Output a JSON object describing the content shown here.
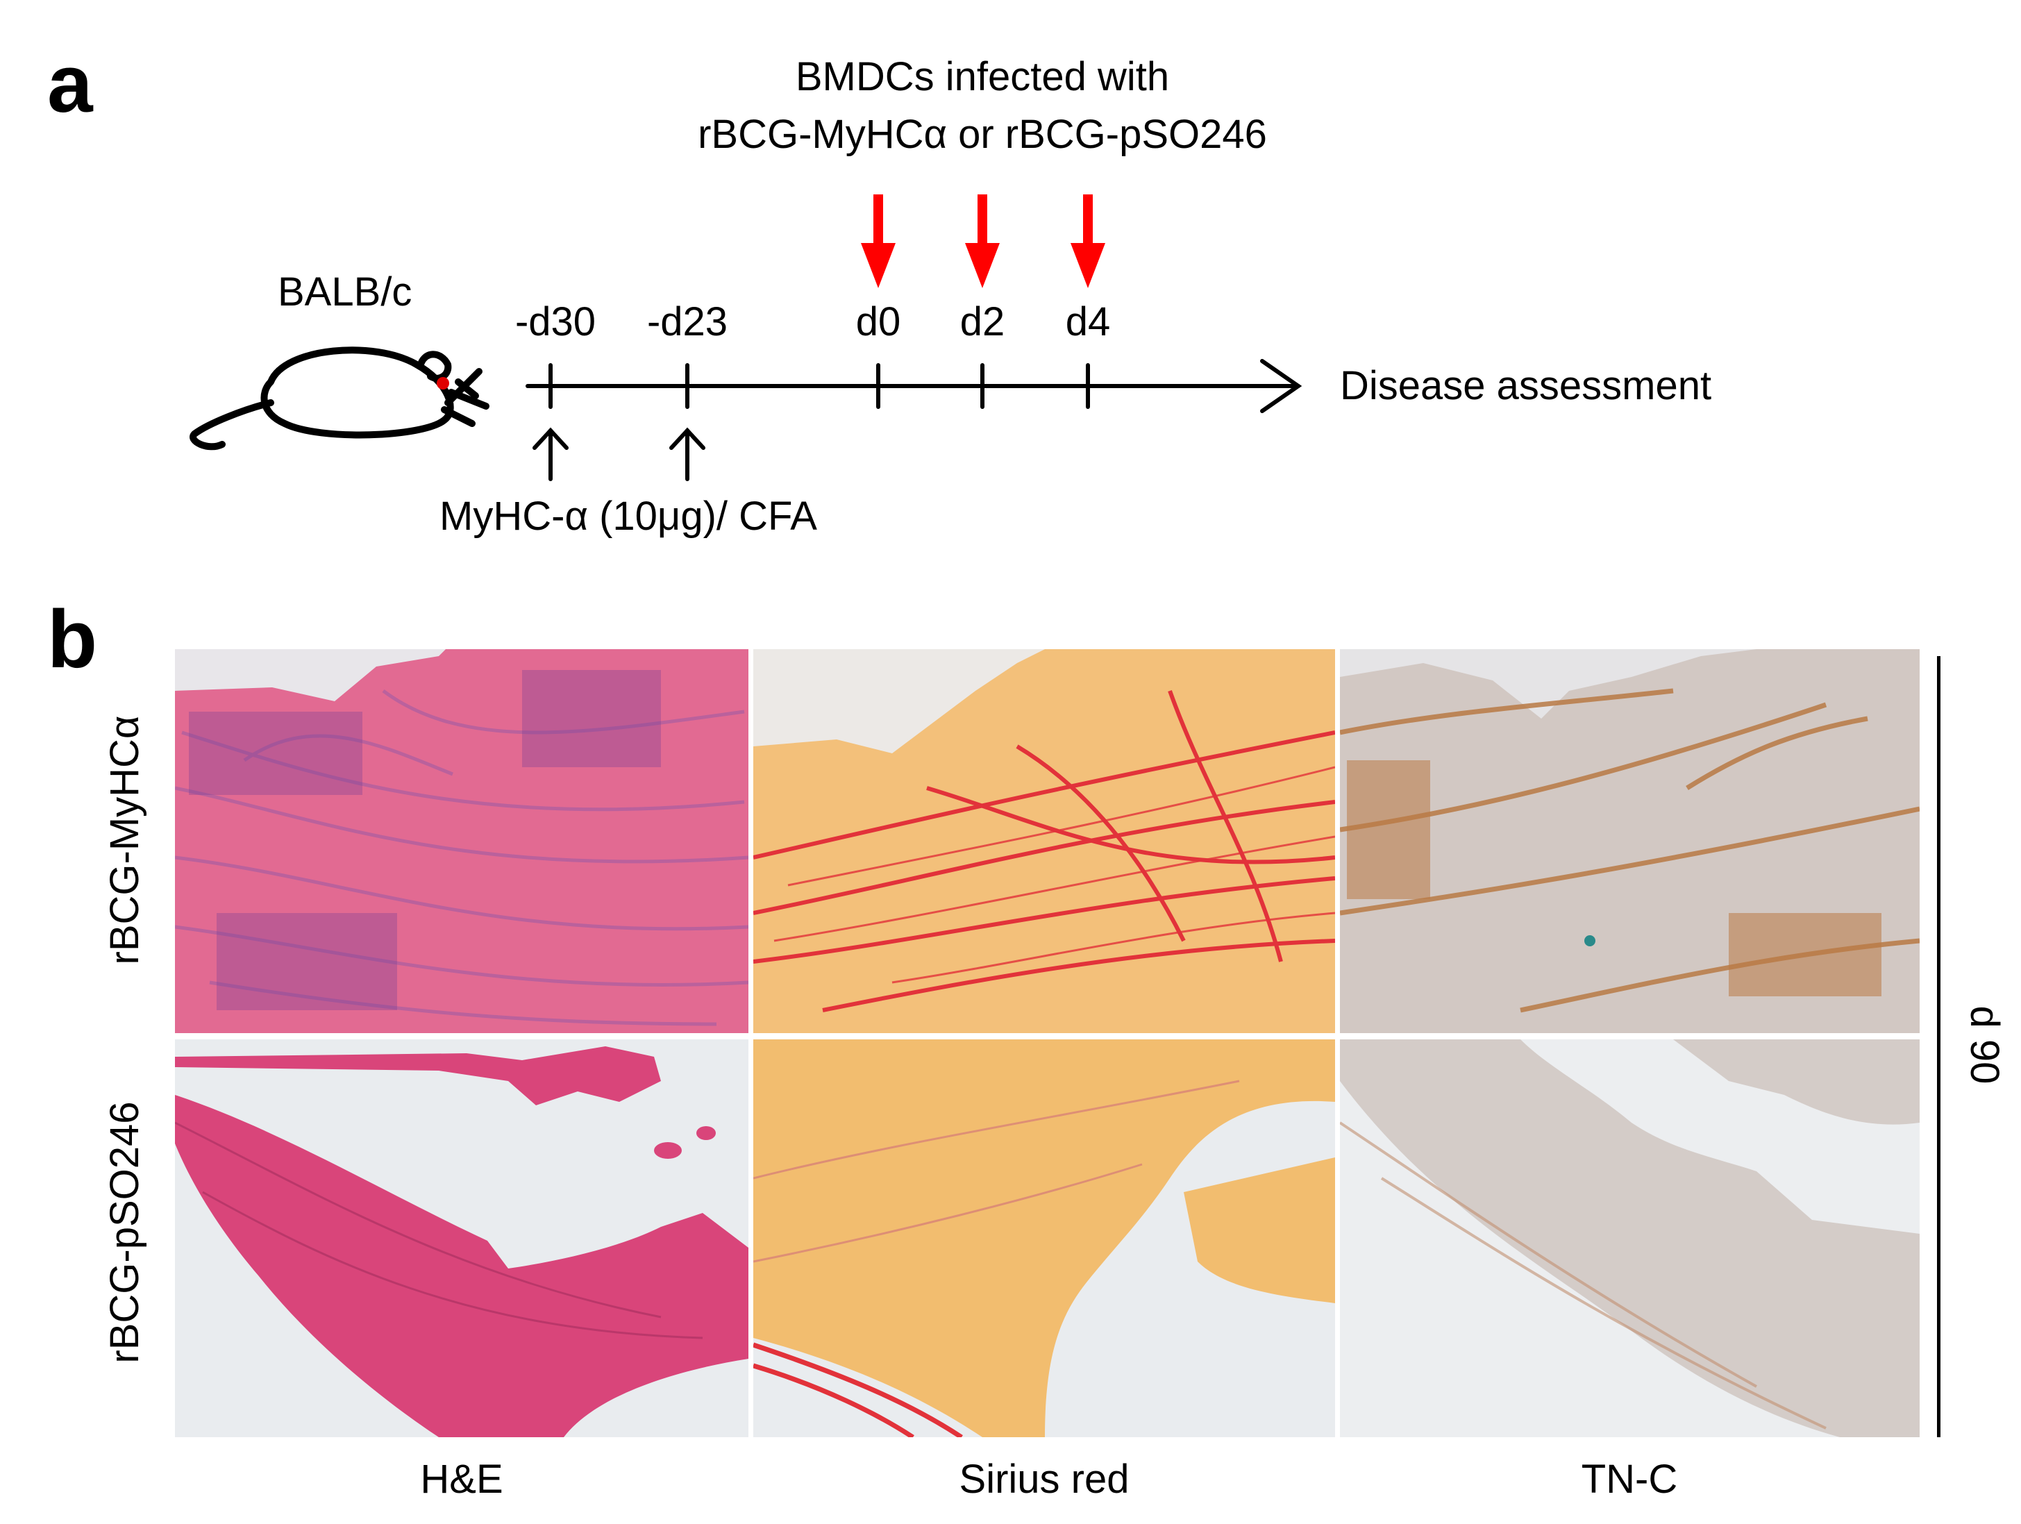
{
  "panel_a": {
    "letter": "a",
    "mouse_label": "BALB/c",
    "infection_line1": "BMDCs infected with",
    "infection_line2": "rBCG-MyHCα or rBCG-pSO246",
    "time_points": [
      "-d30",
      "-d23",
      "d0",
      "d2",
      "d4"
    ],
    "endpoint": "Disease assessment",
    "immunization": "MyHC-α (10μg)/ CFA",
    "colors": {
      "dc_arrow": "#ff0000",
      "line": "#000000"
    }
  },
  "panel_b": {
    "letter": "b",
    "rows": [
      "rBCG-MyHCα",
      "rBCG-pSO246"
    ],
    "columns": [
      "H&E",
      "Sirius red",
      "TN-C"
    ],
    "time_label": "d 90",
    "colors": {
      "he_tissue": "#e05a86",
      "sirius_tissue": "#f2be72",
      "sirius_fiber": "#e8303a",
      "tnc_tissue": "#cfc6c2",
      "tnc_stain": "#b8743f",
      "background_glass": "#e9ecef"
    }
  }
}
